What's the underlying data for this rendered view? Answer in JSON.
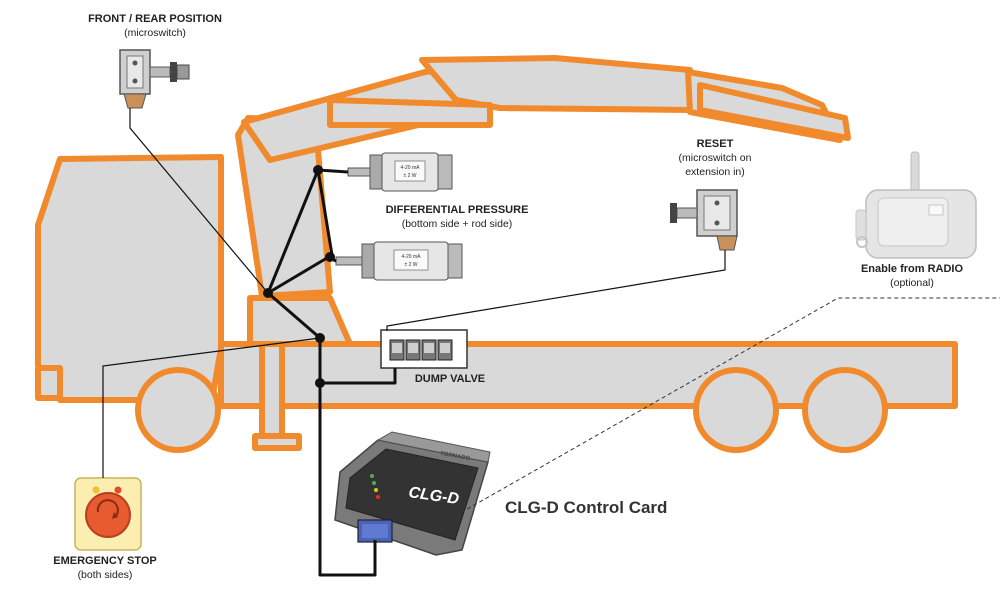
{
  "labels": {
    "front_rear": {
      "title": "FRONT / REAR POSITION",
      "sub": "(microswitch)"
    },
    "differential": {
      "title": "DIFFERENTIAL PRESSURE",
      "sub": "(bottom side + rod side)"
    },
    "reset": {
      "title": "RESET",
      "sub1": "(microswitch on",
      "sub2": "extension in)"
    },
    "radio": {
      "title": "Enable from RADIO",
      "sub": "(optional)"
    },
    "dump_valve": {
      "title": "DUMP VALVE"
    },
    "emergency": {
      "title": "EMERGENCY STOP",
      "sub": "(both sides)"
    },
    "control_card": {
      "title": "CLG-D Control Card"
    }
  },
  "sensor_text": {
    "line1": "4-20 mA",
    "line2": "± 2 W"
  },
  "card_text": {
    "logo": "CLG-D",
    "brand": "TORNADO"
  },
  "colors": {
    "truck_outline": "#F08A2C",
    "truck_fill": "#D9D9D9",
    "wire": "#111111"
  }
}
